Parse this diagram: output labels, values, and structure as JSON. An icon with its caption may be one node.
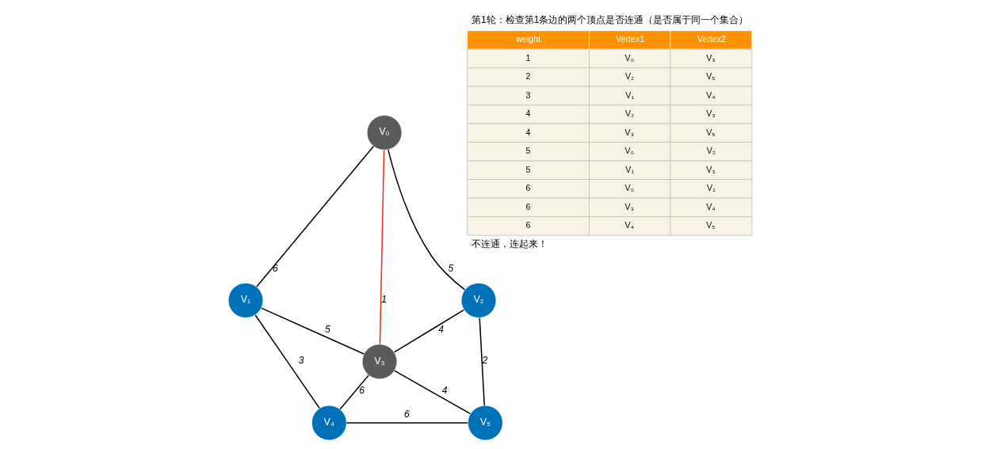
{
  "diagram": {
    "nodes": [
      {
        "text": [
          "V₀"
        ]
      },
      {
        "text": [
          "V₁"
        ]
      },
      {
        "text": [
          "V₂"
        ]
      },
      {
        "text": [
          "V₃"
        ]
      },
      {
        "text": [
          "V₄"
        ]
      },
      {
        "text": [
          "V₅"
        ]
      }
    ],
    "edges": [
      {
        "from": 0,
        "to": 1,
        "arrow": "none",
        "label": "6"
      },
      {
        "from": 0,
        "to": 2,
        "arrow": "none",
        "label": "5"
      },
      {
        "from": 0,
        "to": 3,
        "arrow": "none",
        "label": "1",
        "color": "#e0301e"
      },
      {
        "from": 1,
        "to": 3,
        "arrow": "none",
        "label": "5"
      },
      {
        "from": 3,
        "to": 2,
        "arrow": "none",
        "label": "4"
      },
      {
        "from": 1,
        "to": 4,
        "arrow": "none",
        "label": "3"
      },
      {
        "from": 2,
        "to": 5,
        "arrow": "none",
        "label": "2"
      },
      {
        "from": 3,
        "to": 4,
        "arrow": "none",
        "label": "6"
      },
      {
        "from": 3,
        "to": 5,
        "arrow": "none",
        "label": "4"
      },
      {
        "from": 4,
        "to": 5,
        "arrow": "none",
        "label": "6"
      }
    ],
    "labels": [
      "第1轮：检查第1条边的两个顶点是否连通（是否属于同一个集合）",
      "weight",
      "Vertex1",
      "Vertex2",
      "1",
      "V₀",
      "V₃",
      "2",
      "V₂",
      "V₅",
      "3",
      "V₁",
      "V₄",
      "4",
      "V₂",
      "V₃",
      "4",
      "V₃",
      "V₅",
      "5",
      "V₀",
      "V₂",
      "5",
      "V₁",
      "V₃",
      "6",
      "V₀",
      "V₁",
      "6",
      "V₃",
      "V₄",
      "6",
      "V₄",
      "V₅",
      "不连通，连起来！"
    ]
  }
}
